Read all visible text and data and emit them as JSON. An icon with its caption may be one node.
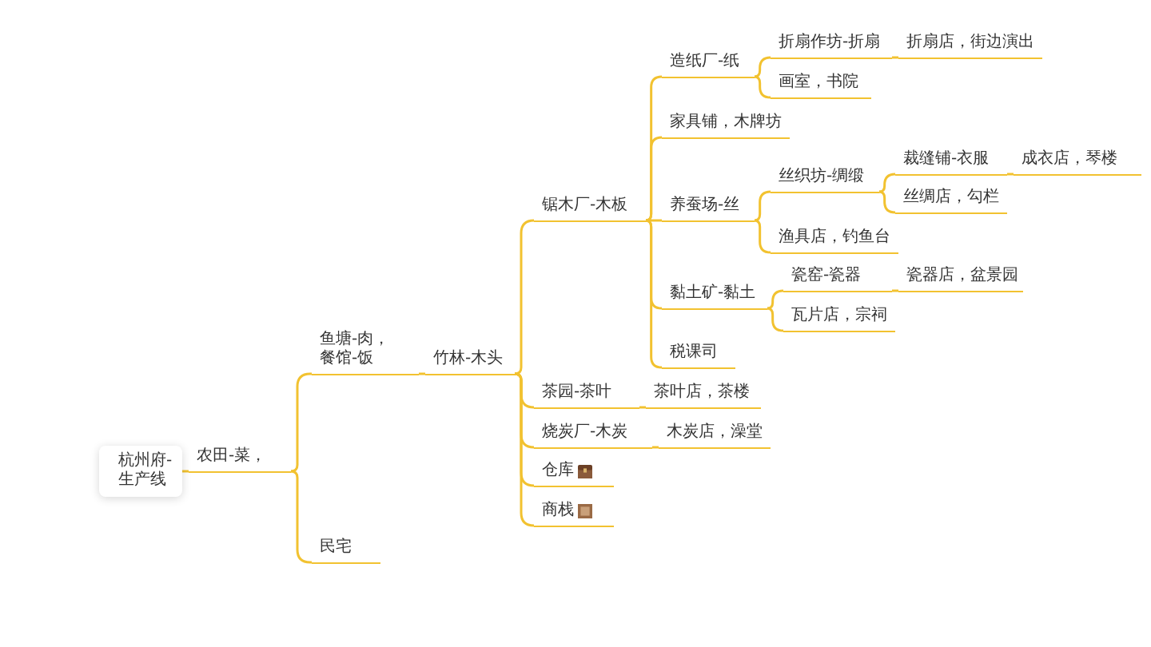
{
  "diagram": {
    "nodes": [
      {
        "text": [
          "杭州府-生产线"
        ]
      },
      {
        "text": [
          "农田-菜，"
        ]
      },
      {
        "text": [
          "鱼塘-肉，餐馆-饭"
        ]
      },
      {
        "text": [
          "竹林-木头"
        ]
      },
      {
        "text": [
          "锯木厂-木板"
        ]
      },
      {
        "text": [
          "造纸厂-纸"
        ]
      },
      {
        "text": [
          "折扇作坊-折扇"
        ]
      },
      {
        "text": [
          "折扇店，街边演出"
        ]
      },
      {
        "text": [
          "画室，书院"
        ]
      },
      {
        "text": [
          "家具铺，木牌坊"
        ]
      },
      {
        "text": [
          "养蚕场-丝"
        ]
      },
      {
        "text": [
          "丝织坊-绸缎"
        ]
      },
      {
        "text": [
          "裁缝铺-衣服"
        ]
      },
      {
        "text": [
          "成衣店，琴楼"
        ]
      },
      {
        "text": [
          "丝绸店，勾栏"
        ]
      },
      {
        "text": [
          "渔具店，钓鱼台"
        ]
      },
      {
        "text": [
          "黏土矿-黏土"
        ]
      },
      {
        "text": [
          "瓷窑-瓷器"
        ]
      },
      {
        "text": [
          "瓷器店，盆景园"
        ]
      },
      {
        "text": [
          "瓦片店，宗祠"
        ]
      },
      {
        "text": [
          "税课司"
        ]
      },
      {
        "text": [
          "茶园-茶叶"
        ]
      },
      {
        "text": [
          "茶叶店，茶楼"
        ]
      },
      {
        "text": [
          "烧炭厂-木炭"
        ]
      },
      {
        "text": [
          "木炭店，澡堂"
        ]
      },
      {
        "text": [
          "仓库"
        ]
      },
      {
        "text": [
          "商栈"
        ]
      },
      {
        "text": [
          "民宅"
        ]
      }
    ],
    "edges": [
      {
        "from": 0,
        "to": 1,
        "arrow": "none"
      },
      {
        "from": 1,
        "to": 2,
        "arrow": "none"
      },
      {
        "from": 1,
        "to": 27,
        "arrow": "none"
      },
      {
        "from": 2,
        "to": 3,
        "arrow": "none"
      },
      {
        "from": 3,
        "to": 4,
        "arrow": "none"
      },
      {
        "from": 3,
        "to": 21,
        "arrow": "none"
      },
      {
        "from": 3,
        "to": 23,
        "arrow": "none"
      },
      {
        "from": 3,
        "to": 25,
        "arrow": "none"
      },
      {
        "from": 3,
        "to": 26,
        "arrow": "none"
      },
      {
        "from": 4,
        "to": 5,
        "arrow": "none"
      },
      {
        "from": 4,
        "to": 9,
        "arrow": "none"
      },
      {
        "from": 4,
        "to": 10,
        "arrow": "none"
      },
      {
        "from": 4,
        "to": 16,
        "arrow": "none"
      },
      {
        "from": 4,
        "to": 20,
        "arrow": "none"
      },
      {
        "from": 5,
        "to": 6,
        "arrow": "none"
      },
      {
        "from": 5,
        "to": 8,
        "arrow": "none"
      },
      {
        "from": 6,
        "to": 7,
        "arrow": "none"
      },
      {
        "from": 10,
        "to": 11,
        "arrow": "none"
      },
      {
        "from": 10,
        "to": 15,
        "arrow": "none"
      },
      {
        "from": 11,
        "to": 12,
        "arrow": "none"
      },
      {
        "from": 11,
        "to": 14,
        "arrow": "none"
      },
      {
        "from": 12,
        "to": 13,
        "arrow": "none"
      },
      {
        "from": 16,
        "to": 17,
        "arrow": "none"
      },
      {
        "from": 16,
        "to": 19,
        "arrow": "none"
      },
      {
        "from": 17,
        "to": 18,
        "arrow": "none"
      },
      {
        "from": 21,
        "to": 22,
        "arrow": "none"
      },
      {
        "from": 23,
        "to": 24,
        "arrow": "none"
      }
    ]
  }
}
